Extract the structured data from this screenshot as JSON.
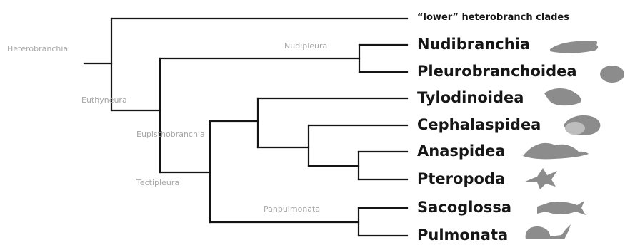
{
  "colors": {
    "branch": "#141414",
    "clade_label": "#a7a7a7",
    "tip_label": "#161616",
    "silhouette": "#8c8c8c"
  },
  "clades": {
    "heterobranchia": "Heterobranchia",
    "euthyneura": "Euthyneura",
    "nudipleura": "Nudipleura",
    "eupisthobranchia": "Eupisthobranchia",
    "tectipleura": "Tectipleura",
    "panpulmonata": "Panpulmonata"
  },
  "tips": {
    "lower": "“lower” heterobranch clades",
    "nudibranchia": "Nudibranchia",
    "pleurobranchoidea": "Pleurobranchoidea",
    "tylodinoidea": "Tylodinoidea",
    "cephalaspidea": "Cephalaspidea",
    "anaspidea": "Anaspidea",
    "pteropoda": "Pteropoda",
    "sacoglossa": "Sacoglossa",
    "pulmonata": "Pulmonata"
  },
  "silhouettes": [
    "sea-slug-icon",
    "pleurobranch-icon",
    "tylodina-icon",
    "bubble-snail-icon",
    "sea-hare-icon",
    "sea-butterfly-icon",
    "sacoglossan-icon",
    "snail-icon"
  ]
}
